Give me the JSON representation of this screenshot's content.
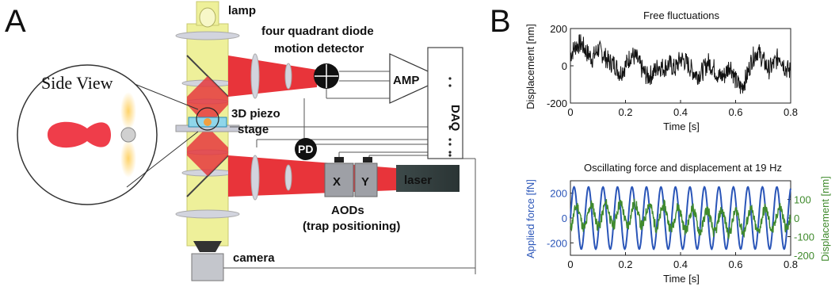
{
  "panel_a": {
    "panel_label": "A",
    "labels": {
      "lamp": "lamp",
      "detector_line1": "four quadrant diode",
      "detector_line2": "motion detector",
      "amp": "AMP",
      "daq": "DAQ",
      "piezo_line1": "3D piezo",
      "piezo_line2": "stage",
      "pd": "PD",
      "aod_x": "X",
      "aod_y": "Y",
      "laser": "laser",
      "aods_line1": "AODs",
      "aods_line2": "(trap positioning)",
      "camera": "camera",
      "side_view": "Side View"
    }
  },
  "panel_b": {
    "panel_label": "B",
    "colors": {
      "trace": "#111111",
      "force": "#2a55b8",
      "displacement": "#3f8a2c"
    }
  },
  "chart_data": [
    {
      "type": "line",
      "title": "Free fluctuations",
      "xlabel": "Time [s]",
      "ylabel": "Displacement [nm]",
      "xlim": [
        0,
        0.8
      ],
      "ylim": [
        -200,
        200
      ],
      "xticks": [
        "0",
        "0.2",
        "0.4",
        "0.6",
        "0.8"
      ],
      "yticks": [
        "200",
        "0",
        "-200"
      ],
      "series": [
        {
          "values_description_only_not_shown": null,
          "x": [
            0,
            0.02,
            0.04,
            0.06,
            0.08,
            0.1,
            0.12,
            0.14,
            0.16,
            0.18,
            0.2,
            0.22,
            0.24,
            0.26,
            0.28,
            0.3,
            0.32,
            0.34,
            0.36,
            0.38,
            0.4,
            0.42,
            0.44,
            0.46,
            0.48,
            0.5,
            0.52,
            0.54,
            0.56,
            0.58,
            0.6,
            0.62,
            0.64,
            0.66,
            0.68,
            0.7,
            0.72,
            0.74,
            0.76,
            0.78,
            0.8
          ],
          "y": [
            60,
            110,
            120,
            70,
            40,
            90,
            60,
            20,
            10,
            -40,
            0,
            60,
            40,
            -20,
            -60,
            -40,
            0,
            -10,
            10,
            -20,
            40,
            20,
            -20,
            -50,
            -30,
            20,
            -10,
            -60,
            -50,
            10,
            -80,
            -120,
            -60,
            40,
            80,
            30,
            -20,
            10,
            60,
            -10,
            -30
          ]
        }
      ]
    },
    {
      "type": "line",
      "title": "Oscillating force and displacement at 19 Hz",
      "xlabel": "Time [s]",
      "ylabel": "Applied force [fN]",
      "ylabel_right": "Displacement [nm]",
      "xlim": [
        0,
        0.8
      ],
      "ylim": [
        -300,
        300
      ],
      "ylim_right": [
        -200,
        200
      ],
      "xticks": [
        "0",
        "0.2",
        "0.4",
        "0.6",
        "0.8"
      ],
      "yticks": [
        "200",
        "0",
        "-200"
      ],
      "yticks_right": [
        "100",
        "0",
        "-100",
        "-200"
      ],
      "series": [
        {
          "name": "Applied force",
          "axis": "left",
          "frequency_hz": 19,
          "amplitude": 250
        },
        {
          "name": "Displacement",
          "axis": "right",
          "frequency_hz": 19,
          "amplitude": 60
        }
      ]
    }
  ]
}
